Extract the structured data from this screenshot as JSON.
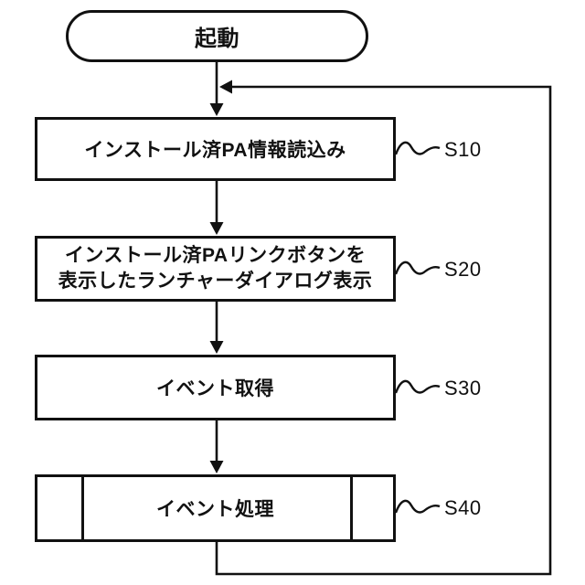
{
  "diagram": {
    "type": "flowchart",
    "start": {
      "label": "起動"
    },
    "steps": [
      {
        "id": "S10",
        "shape": "process",
        "label": "インストール済PA情報読込み"
      },
      {
        "id": "S20",
        "shape": "process",
        "label_line1": "インストール済PAリンクボタンを",
        "label_line2": "表示したランチャーダイアログ表示"
      },
      {
        "id": "S30",
        "shape": "process",
        "label": "イベント取得"
      },
      {
        "id": "S40",
        "shape": "predefined-process",
        "label": "イベント処理"
      }
    ],
    "flow": {
      "loop": "S40の出力はS10の手前に戻る"
    },
    "colors": {
      "line": "#111111",
      "background": "#ffffff",
      "text": "#111111"
    }
  }
}
